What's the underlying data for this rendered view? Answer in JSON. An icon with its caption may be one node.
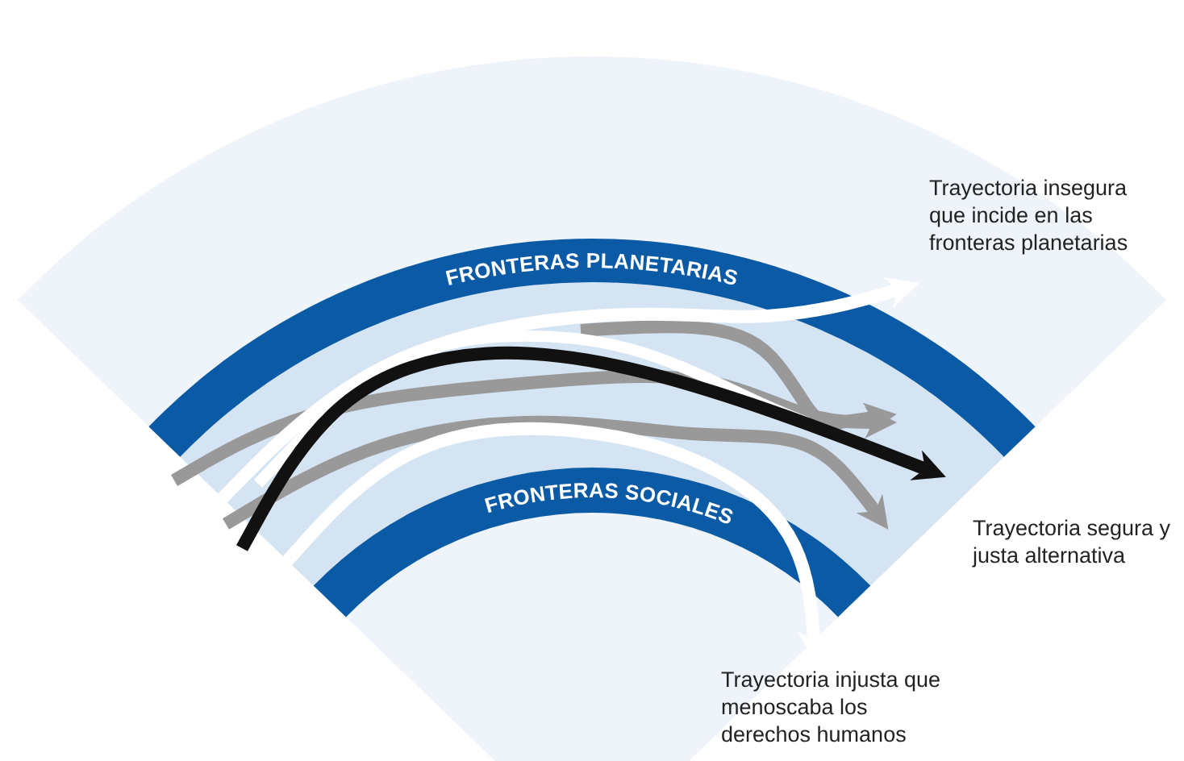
{
  "diagram": {
    "nodes": [
      {
        "text": [
          "FRONTERAS PLANETARIAS"
        ]
      },
      {
        "text": [
          "FRONTERAS SOCIALES"
        ]
      },
      {
        "text": [
          "Trayectoria insegura que incide en las fronteras planetarias"
        ]
      },
      {
        "text": [
          "Trayectoria segura y justa alternativa"
        ]
      },
      {
        "text": [
          "Trayectoria injusta que menoscaba los derechos humanos"
        ]
      }
    ],
    "edges": [
      {
        "from": null,
        "to": 2,
        "arrow": "to"
      },
      {
        "from": null,
        "to": 3,
        "arrow": "to",
        "color": "#111111"
      },
      {
        "from": null,
        "to": 4,
        "arrow": "to"
      }
    ]
  }
}
